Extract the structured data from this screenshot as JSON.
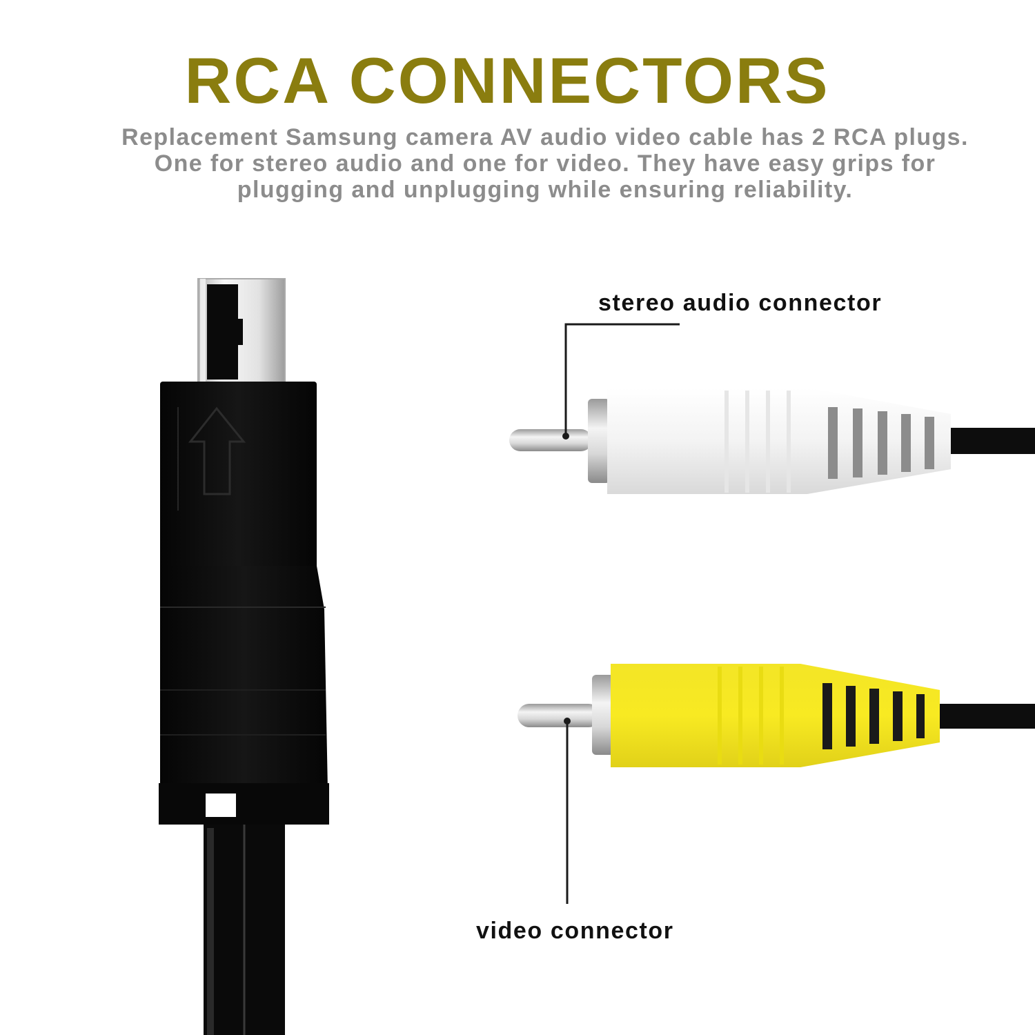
{
  "title": "RCA CONNECTORS",
  "description_lines": [
    "Replacement Samsung camera AV audio video cable has 2 RCA plugs.",
    "One for stereo audio and one for video. They have easy grips for",
    "plugging and unplugging while ensuring reliability."
  ],
  "callouts": {
    "audio": "stereo audio connector",
    "video": "video connector"
  },
  "colors": {
    "title": "#8a7d0f",
    "description": "#8c8c8c",
    "audio_plug": "#f2f2f2",
    "video_plug": "#f7e81e",
    "cable": "#0c0c0c"
  },
  "icons": [
    "arrow-up-icon"
  ]
}
